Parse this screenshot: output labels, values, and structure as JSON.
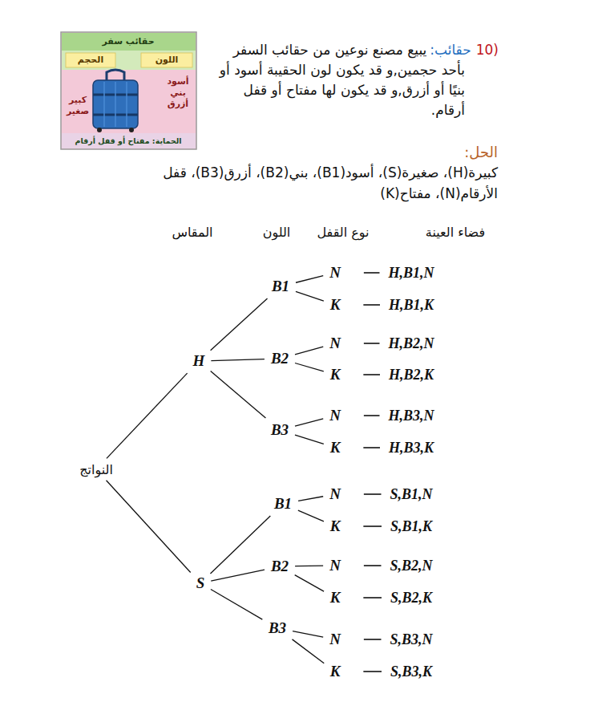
{
  "diagram": {
    "nodes": [
      {
        "text": [
          "النواتج"
        ]
      },
      {
        "text": [
          "H"
        ]
      },
      {
        "text": [
          "S"
        ]
      },
      {
        "text": [
          "B1"
        ]
      },
      {
        "text": [
          "B2"
        ]
      },
      {
        "text": [
          "B3"
        ]
      },
      {
        "text": [
          "B1"
        ]
      },
      {
        "text": [
          "B2"
        ]
      },
      {
        "text": [
          "B3"
        ]
      },
      {
        "text": [
          "N"
        ]
      },
      {
        "text": [
          "K"
        ]
      },
      {
        "text": [
          "N"
        ]
      },
      {
        "text": [
          "K"
        ]
      },
      {
        "text": [
          "N"
        ]
      },
      {
        "text": [
          "K"
        ]
      },
      {
        "text": [
          "N"
        ]
      },
      {
        "text": [
          "K"
        ]
      },
      {
        "text": [
          "N"
        ]
      },
      {
        "text": [
          "K"
        ]
      },
      {
        "text": [
          "N"
        ]
      },
      {
        "text": [
          "K"
        ]
      },
      {
        "text": [
          "H,B1,N"
        ]
      },
      {
        "text": [
          "H,B1,K"
        ]
      },
      {
        "text": [
          "H,B2,N"
        ]
      },
      {
        "text": [
          "H,B2,K"
        ]
      },
      {
        "text": [
          "H,B3,N"
        ]
      },
      {
        "text": [
          "H,B3,K"
        ]
      },
      {
        "text": [
          "S,B1,N"
        ]
      },
      {
        "text": [
          "S,B1,K"
        ]
      },
      {
        "text": [
          "S,B2,N"
        ]
      },
      {
        "text": [
          "S,B2,K"
        ]
      },
      {
        "text": [
          "S,B3,N"
        ]
      },
      {
        "text": [
          "S,B3,K"
        ]
      }
    ],
    "edges": [
      {
        "from": 0,
        "to": 1,
        "arrow": "none"
      },
      {
        "from": 0,
        "to": 2,
        "arrow": "none"
      },
      {
        "from": 1,
        "to": 3,
        "arrow": "none"
      },
      {
        "from": 1,
        "to": 4,
        "arrow": "none"
      },
      {
        "from": 1,
        "to": 5,
        "arrow": "none"
      },
      {
        "from": 2,
        "to": 6,
        "arrow": "none"
      },
      {
        "from": 2,
        "to": 7,
        "arrow": "none"
      },
      {
        "from": 2,
        "to": 8,
        "arrow": "none"
      },
      {
        "from": 3,
        "to": 9,
        "arrow": "none"
      },
      {
        "from": 3,
        "to": 10,
        "arrow": "none"
      },
      {
        "from": 4,
        "to": 11,
        "arrow": "none"
      },
      {
        "from": 4,
        "to": 12,
        "arrow": "none"
      },
      {
        "from": 5,
        "to": 13,
        "arrow": "none"
      },
      {
        "from": 5,
        "to": 14,
        "arrow": "none"
      },
      {
        "from": 6,
        "to": 15,
        "arrow": "none"
      },
      {
        "from": 6,
        "to": 16,
        "arrow": "none"
      },
      {
        "from": 7,
        "to": 17,
        "arrow": "none"
      },
      {
        "from": 7,
        "to": 18,
        "arrow": "none"
      },
      {
        "from": 8,
        "to": 19,
        "arrow": "none"
      },
      {
        "from": 8,
        "to": 20,
        "arrow": "none"
      },
      {
        "from": 9,
        "to": 21,
        "arrow": "none"
      },
      {
        "from": 10,
        "to": 22,
        "arrow": "none"
      },
      {
        "from": 11,
        "to": 23,
        "arrow": "none"
      },
      {
        "from": 12,
        "to": 24,
        "arrow": "none"
      },
      {
        "from": 13,
        "to": 25,
        "arrow": "none"
      },
      {
        "from": 14,
        "to": 26,
        "arrow": "none"
      },
      {
        "from": 15,
        "to": 27,
        "arrow": "none"
      },
      {
        "from": 16,
        "to": 28,
        "arrow": "none"
      },
      {
        "from": 17,
        "to": 29,
        "arrow": "none"
      },
      {
        "from": 18,
        "to": 30,
        "arrow": "none"
      },
      {
        "from": 19,
        "to": 31,
        "arrow": "none"
      },
      {
        "from": 20,
        "to": 32,
        "arrow": "none"
      }
    ],
    "labels": [
      "حقائب سفر",
      "اللون",
      "الحجم",
      "أسود بني أزرق",
      "كبير صغير",
      "الحماية: مفتاح أو قفل أرقام",
      "10)",
      "حقائب:",
      "يبيع مصنع نوعين من حقائب السفر بأحد حجمين,و قد يكون لون الحقيبة أسود أو بنيًا أو أزرق,و قد يكون لها مفتاح أو قفل أرقام.",
      "الحل:",
      "كبيرة(H)، صغيرة(S)، أسود(B1)، بني(B2)، أزرق(B3)، قفل الأرقام(N)، مفتاح(K)",
      "المقاس",
      "اللون",
      "نوع القفل",
      "فضاء العينة"
    ]
  }
}
